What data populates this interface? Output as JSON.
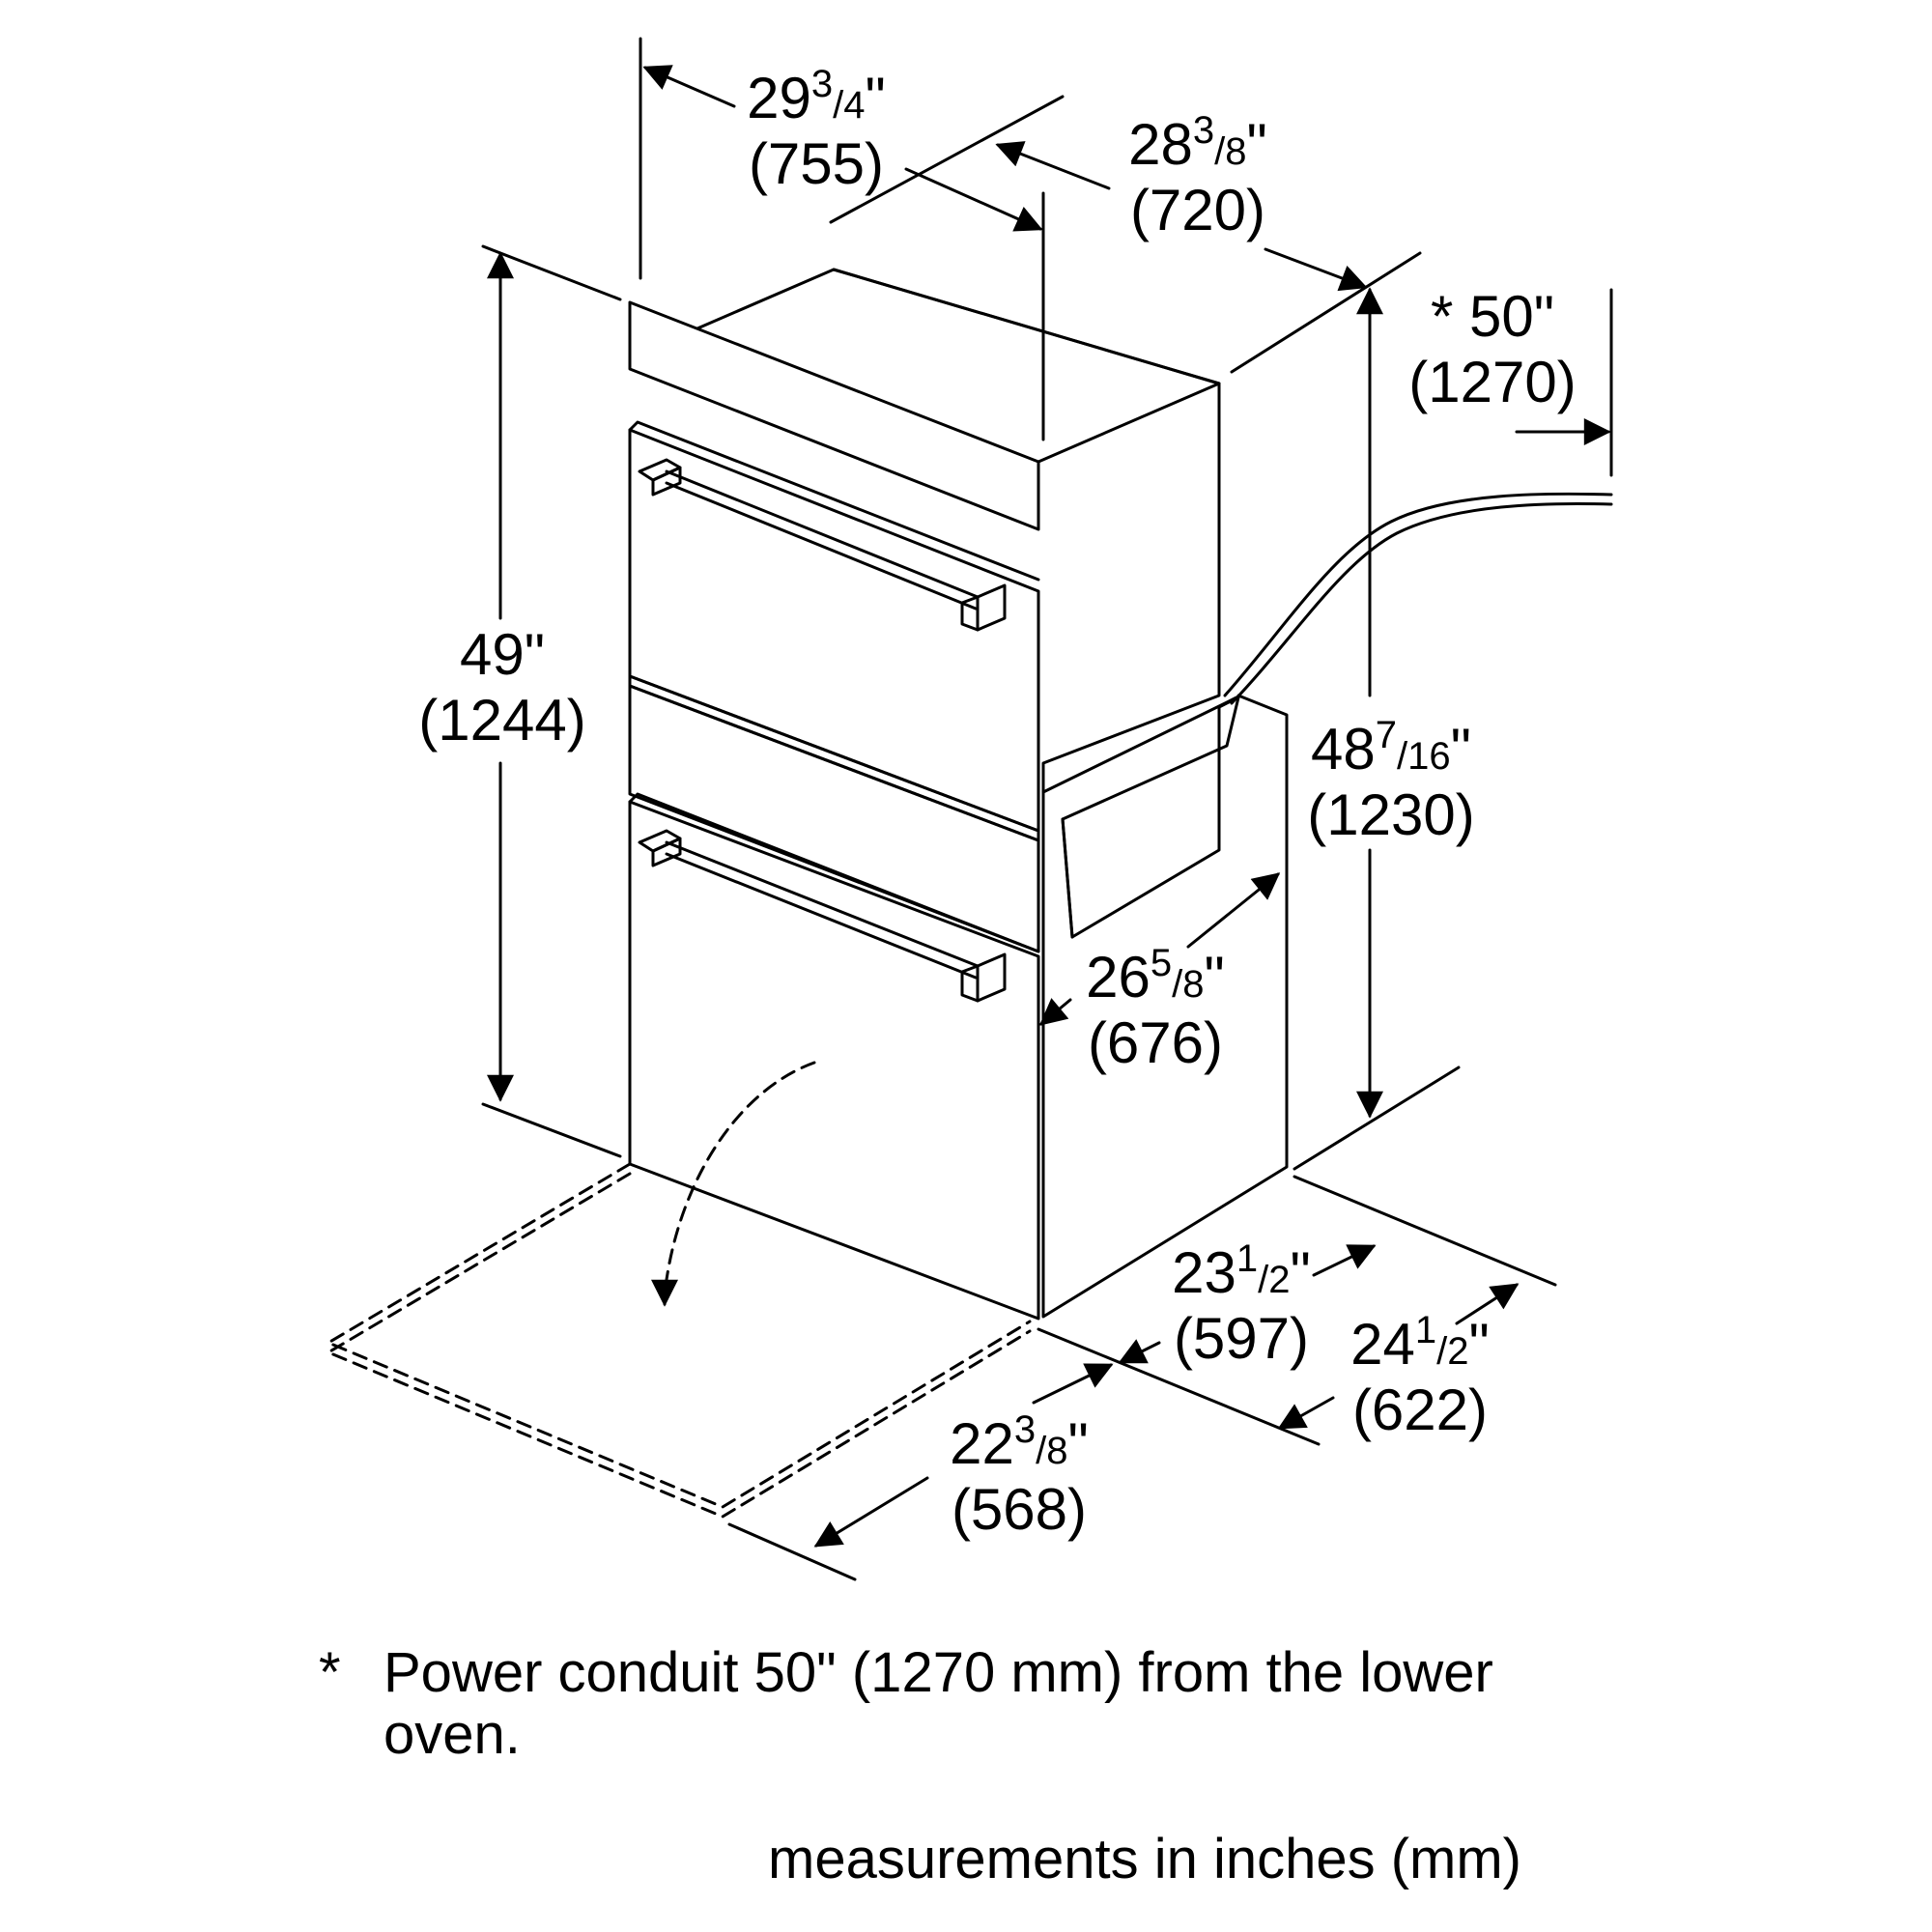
{
  "dimensions": {
    "top_width": {
      "whole": "29",
      "num": "3",
      "den": "4",
      "unit": "\"",
      "mm": "(755)"
    },
    "top_depth": {
      "whole": "28",
      "num": "3",
      "den": "8",
      "unit": "\"",
      "mm": "(720)"
    },
    "conduit": {
      "prefix": "* ",
      "whole": "50",
      "unit": "\"",
      "mm": "(1270)"
    },
    "overall_height": {
      "whole": "49",
      "unit": "\"",
      "mm": "(1244)"
    },
    "cutout_height": {
      "whole": "48",
      "num": "7",
      "den": "16",
      "unit": "\"",
      "mm": "(1230)"
    },
    "cutout_depth": {
      "whole": "26",
      "num": "5",
      "den": "8",
      "unit": "\"",
      "mm": "(676)"
    },
    "base_depth": {
      "whole": "23",
      "num": "1",
      "den": "2",
      "unit": "\"",
      "mm": "(597)"
    },
    "base_depth_out": {
      "whole": "24",
      "num": "1",
      "den": "2",
      "unit": "\"",
      "mm": "(622)"
    },
    "door_open": {
      "whole": "22",
      "num": "3",
      "den": "8",
      "unit": "\"",
      "mm": "(568)"
    }
  },
  "footnote": {
    "marker": "*",
    "text": "Power conduit 50\" (1270 mm) from the lower oven."
  },
  "measurement_note": "measurements in inches (mm)"
}
